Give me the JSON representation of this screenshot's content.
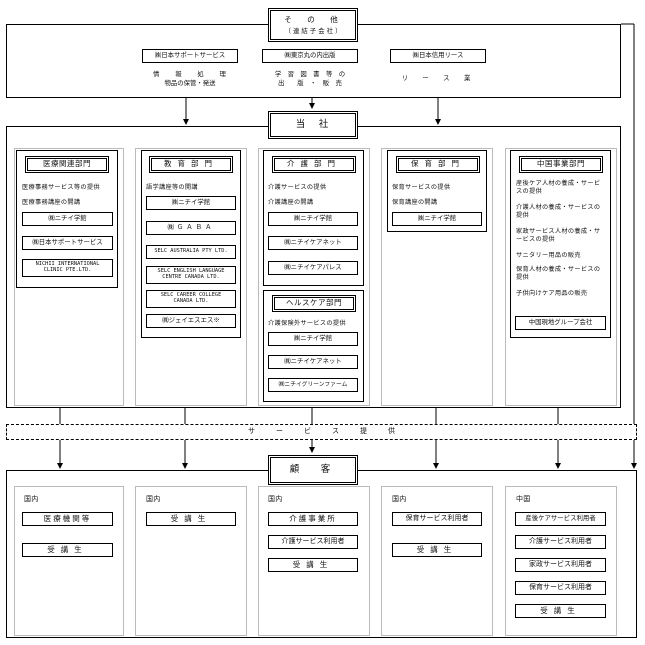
{
  "top": {
    "title": "そ　の　他",
    "subtitle": "（ 連 結 子 会 社 ）",
    "companies": [
      {
        "name": "㈱日本サポートサービス",
        "desc1": "情　　報　　処　　理",
        "desc2": "物品の保管・発送"
      },
      {
        "name": "㈱東京丸の内出版",
        "desc1": "学　習　図　書　等　の",
        "desc2": "出　　版　・　販　売"
      },
      {
        "name": "㈱日本信用リース",
        "desc1": "リ　ー　ス　業",
        "desc2": ""
      }
    ]
  },
  "company": {
    "title": "当　社"
  },
  "departments": [
    {
      "title": "医療関連部門",
      "texts": [
        "医療事務サービス等の提供",
        "医療事務講座の開講"
      ],
      "boxes": [
        "㈱ニチイ学館",
        "㈱日本サポートサービス",
        "NICHII INTERNATIONAL CLINIC PTE.LTD."
      ]
    },
    {
      "title": "教育部門",
      "texts": [
        "語学講座等の開講"
      ],
      "boxes": [
        "㈱ニチイ学館",
        "㈱ＧＡＢＡ",
        "SELC AUSTRALIA PTY LTD.",
        "SELC ENGLISH LANGUAGE CENTRE CANADA LTD.",
        "SELC CAREER COLLEGE CANADA LTD.",
        "㈱ジェイエスエス※"
      ]
    },
    {
      "title": "介護部門",
      "texts": [
        "介護サービスの提供",
        "介護講座の開講"
      ],
      "boxes": [
        "㈱ニチイ学館",
        "㈱ニチイケアネット",
        "㈱ニチイケアパレス"
      ],
      "sub": {
        "title": "ヘルスケア部門",
        "texts": [
          "介護保険外サービスの提供"
        ],
        "boxes": [
          "㈱ニチイ学館",
          "㈱ニチイケアネット",
          "㈱ニチイグリーンファーム"
        ]
      }
    },
    {
      "title": "保育部門",
      "texts": [
        "保育サービスの提供",
        "保育講座の開講"
      ],
      "boxes": [
        "㈱ニチイ学館"
      ]
    },
    {
      "title": "中国事業部門",
      "texts": [
        "産後ケア人材の養成・サービスの提供",
        "介護人材の養成・サービスの提供",
        "家政サービス人材の養成・サービスの提供",
        "サニタリー用品の販売",
        "保育人材の養成・サービスの提供",
        "子供向けケア用品の販売"
      ],
      "boxes": [
        "中国現地グループ会社"
      ]
    }
  ],
  "service": {
    "label": "サ　　　ー　　　ビ　　　ス　　　提　　　供"
  },
  "customer": {
    "title": "顧　客",
    "columns": [
      {
        "region": "国内",
        "items": [
          "医療機関等",
          "受講生"
        ]
      },
      {
        "region": "国内",
        "items": [
          "受講生"
        ]
      },
      {
        "region": "国内",
        "items": [
          "介護事業所",
          "介護サービス利用者",
          "受講生"
        ]
      },
      {
        "region": "国内",
        "items": [
          "保育サービス利用者",
          "受講生"
        ]
      },
      {
        "region": "中国",
        "items": [
          "産後ケアサービス利用者",
          "介護サービス利用者",
          "家政サービス利用者",
          "保育サービス利用者",
          "受講生"
        ]
      }
    ]
  }
}
